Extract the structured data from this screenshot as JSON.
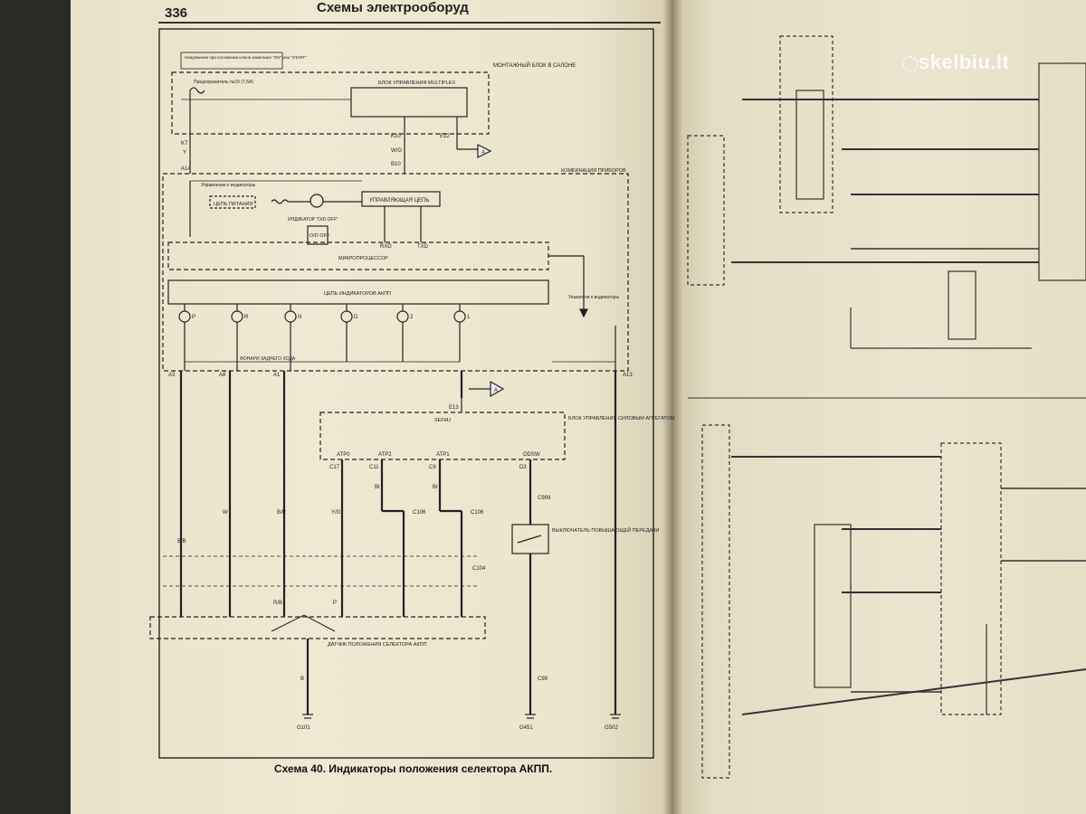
{
  "page": {
    "number": "336",
    "header": "Схемы электрооборуд",
    "caption": "Схема 40. Индикаторы положения селектора АКПП.",
    "footer_ref": "Схема 40",
    "watermark": "skelbiu.lt"
  },
  "blocks": {
    "fuse_box": "МОНТАЖНЫЙ БЛОК В САЛОНЕ",
    "fuse_note": "Напряжение при положении ключа зажигания \"ON\" или \"START\"",
    "fuse": "Предохранитель №15 (7,5A)",
    "multiplex": "БЛОК УПРАВЛЕНИЯ MULTIPLEX",
    "gauge": "КОМБИНАЦИЯ ПРИБОРОВ",
    "lights_ctrl": "Управление к индикаторы",
    "power_circuit": "ЦЕПЬ ПИТАНИЯ",
    "control_circuit": "УПРАВЛЯЮЩАЯ ЦЕПЬ",
    "od_indicator": "ИНДИКАТОР \"O/D OFF\"",
    "od_label": "O/D OFF",
    "microprocessor": "МИКРОПРОЦЕССОР",
    "akpp_circuit": "ЦЕПЬ ИНДИКАТОРОВ АКПП",
    "lamps_note": "Указатели к индикаторы",
    "reverse_lights": "ФОНАРИ ЗАДНЕГО ХОДА",
    "ecu": "БЛОК УПРАВЛЕНИЯ СИЛОВЫМ АГРЕГАТОМ",
    "ecu_inner": "SEFMJ",
    "od_switch": "ВЫКЛЮЧАТЕЛЬ ПОВЫШАЮЩЕЙ ПЕРЕДАЧИ",
    "selector_sensor": "ДАТЧИК ПОЛОЖЕНИЯ СЕЛЕКТОРА АКПП"
  },
  "indicators": [
    "P",
    "R",
    "N",
    "D",
    "2",
    "1"
  ],
  "connectors": {
    "k7": "K7",
    "a14": "A14",
    "b10": "B10",
    "k10": "K10",
    "e12": "E12",
    "a3": "A3",
    "a8": "A8",
    "a1": "A1",
    "a13": "A13",
    "e13": "E13",
    "c17": "C17",
    "c11": "C11",
    "c9": "C9",
    "d3": "D3",
    "c106": "C106",
    "c104": "C104",
    "c99": "C99",
    "c999": "C999",
    "rxd": "RXD",
    "txd": "TXD",
    "atp0": "ATP0",
    "atp2": "ATP2",
    "atp1": "ATP1",
    "odsw": "ODSW"
  },
  "wires": {
    "y": "Y",
    "wg": "W/G",
    "bb": "B/B",
    "w": "W",
    "br": "B/R",
    "yg": "Y/G",
    "bl": "Bl",
    "brn": "Br",
    "rb": "R/B",
    "p": "P",
    "b": "B"
  },
  "grounds": [
    "G101",
    "G451",
    "G502"
  ],
  "ref_a": "A"
}
